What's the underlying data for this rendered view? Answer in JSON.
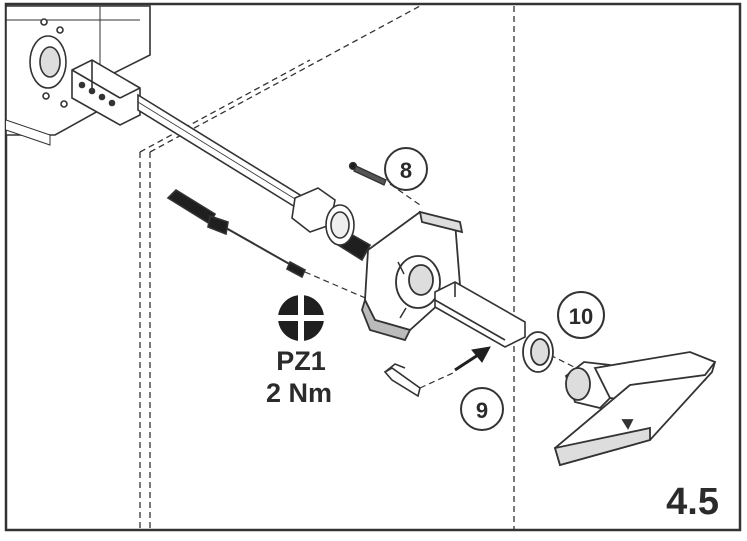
{
  "callouts": {
    "screw": "8",
    "clip": "9",
    "ring": "10"
  },
  "tool": {
    "bit": "PZ1",
    "torque": "2 Nm"
  },
  "step": "4.5",
  "colors": {
    "ink": "#2b2b2b",
    "frame": "#333333",
    "fill_light": "#e6e6e6",
    "fill_dark": "#1f1f1f"
  }
}
